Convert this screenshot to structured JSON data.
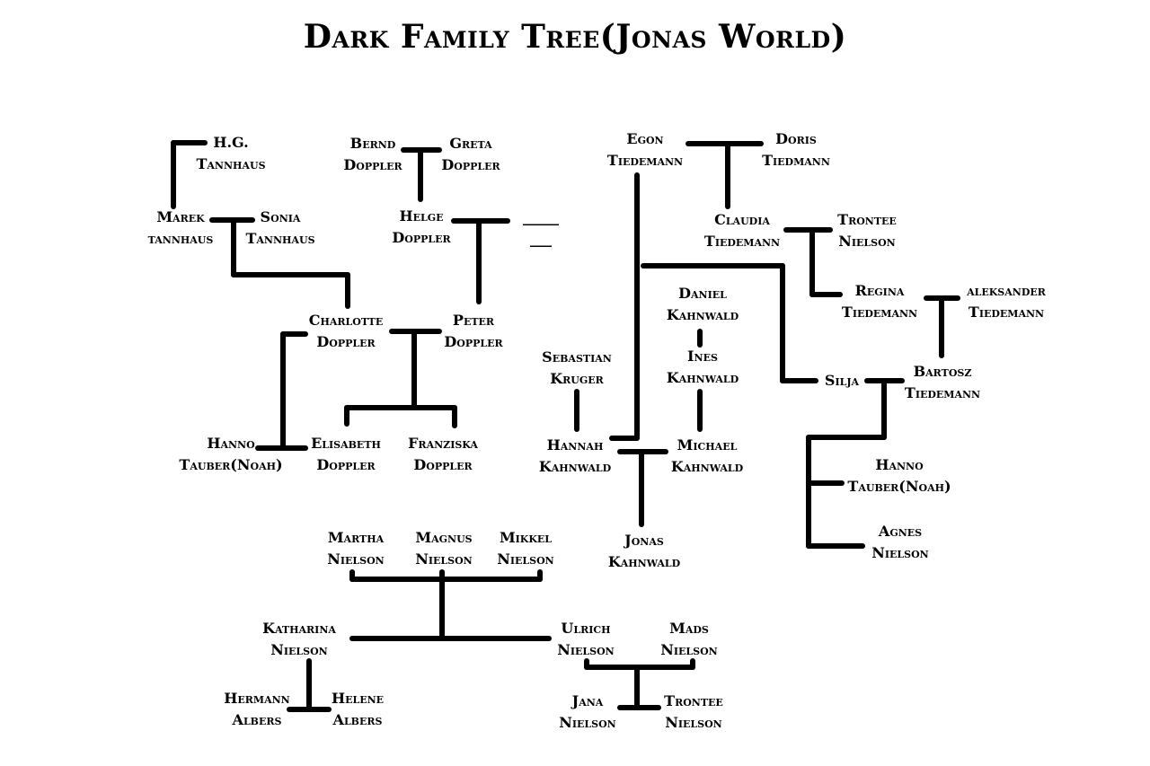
{
  "title": "Dark Family Tree(Jonas World)",
  "people": {
    "hg_tannhaus": [
      "H.G.",
      "Tannhaus"
    ],
    "marek_tannhaus": [
      "Marek",
      "tannhaus"
    ],
    "sonia_tannhaus": [
      "Sonia",
      "Tannhaus"
    ],
    "bernd_doppler": [
      "Bernd",
      "Doppler"
    ],
    "greta_doppler": [
      "Greta",
      "Doppler"
    ],
    "helge_doppler": [
      "Helge",
      "Doppler"
    ],
    "unknown_partner": [
      "_____",
      "___"
    ],
    "charlotte_doppler": [
      "Charlotte",
      "Doppler"
    ],
    "peter_doppler": [
      "Peter",
      "Doppler"
    ],
    "hanno_tauber_left": [
      "Hanno",
      "Tauber(Noah)"
    ],
    "elisabeth_doppler": [
      "Elisabeth",
      "Doppler"
    ],
    "franziska_doppler": [
      "Franziska",
      "Doppler"
    ],
    "egon_tiedemann": [
      "Egon",
      "Tiedemann"
    ],
    "doris_tiedmann": [
      "Doris",
      "Tiedmann"
    ],
    "claudia_tiedemann": [
      "Claudia",
      "Tiedemann"
    ],
    "trontee_nielson_top": [
      "Trontee",
      "Nielson"
    ],
    "regina_tiedemann": [
      "Regina",
      "Tiedemann"
    ],
    "aleksander_tiedemann": [
      "aleksander",
      "Tiedemann"
    ],
    "daniel_kahnwald": [
      "Daniel",
      "Kahnwald"
    ],
    "ines_kahnwald": [
      "Ines",
      "Kahnwald"
    ],
    "sebastian_kruger": [
      "Sebastian",
      "Kruger"
    ],
    "silja": [
      "Silja"
    ],
    "bartosz_tiedemann": [
      "Bartosz",
      "Tiedemann"
    ],
    "hannah_kahnwald": [
      "Hannah",
      "Kahnwald"
    ],
    "michael_kahnwald": [
      "Michael",
      "Kahnwald"
    ],
    "jonas_kahnwald": [
      "Jonas",
      "Kahnwald"
    ],
    "hanno_tauber_right": [
      "Hanno",
      "Tauber(Noah)"
    ],
    "agnes_nielson": [
      "Agnes",
      "Nielson"
    ],
    "martha_nielson": [
      "Martha",
      "Nielson"
    ],
    "magnus_nielson": [
      "Magnus",
      "Nielson"
    ],
    "mikkel_nielson": [
      "Mikkel",
      "Nielson"
    ],
    "katharina_nielson": [
      "Katharina",
      "Nielson"
    ],
    "ulrich_nielson": [
      "Ulrich",
      "Nielson"
    ],
    "mads_nielson": [
      "Mads",
      "Nielson"
    ],
    "hermann_albers": [
      "Hermann",
      "Albers"
    ],
    "helene_albers": [
      "Helene",
      "Albers"
    ],
    "jana_nielson": [
      "Jana",
      "Nielson"
    ],
    "trontee_nielson_bottom": [
      "Trontee",
      "Nielson"
    ]
  }
}
